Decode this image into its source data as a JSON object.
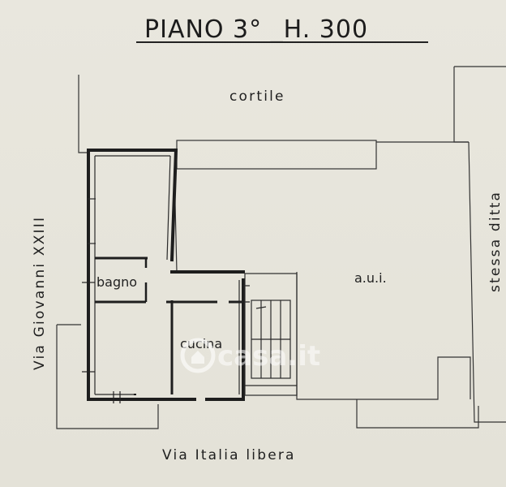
{
  "title": "PIANO 3° _H. 300",
  "labels": {
    "courtyard": "cortile",
    "street_left": "Via Giovanni XXIII",
    "street_bottom": "Via Italia libera",
    "right_side": "stessa ditta",
    "bathroom": "bagno",
    "kitchen": "cucina",
    "aui": "a.u.i."
  },
  "watermark": {
    "text": "casa.it"
  }
}
